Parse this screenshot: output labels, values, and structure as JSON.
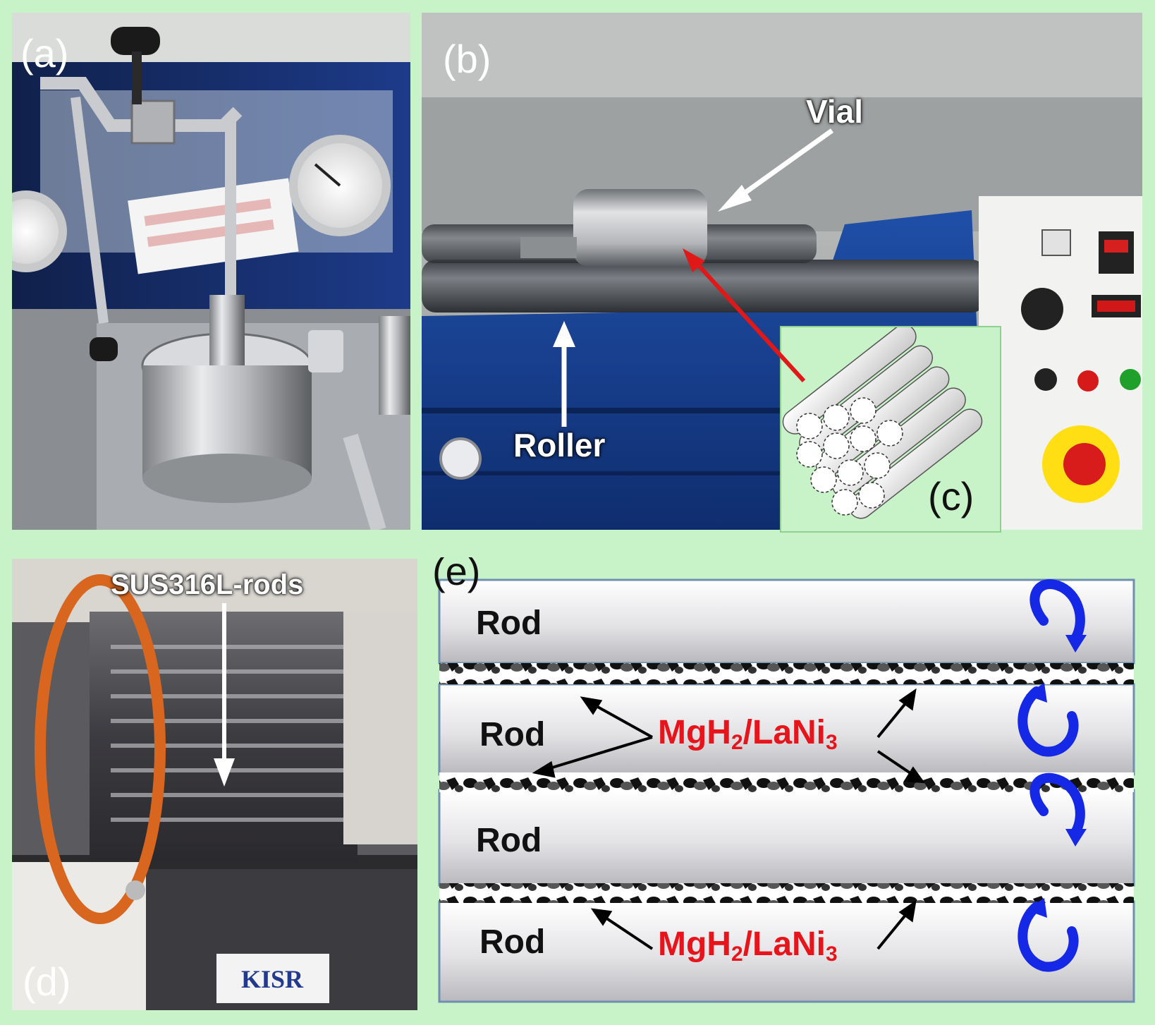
{
  "panels": {
    "a": {
      "label": "(a)"
    },
    "b": {
      "label": "(b)",
      "vial_label": "Vial",
      "roller_label": "Roller"
    },
    "c": {
      "label": "(c)"
    },
    "d": {
      "label": "(d)",
      "rods_label": "SUS316L-rods",
      "logo_text": "KISR"
    },
    "e": {
      "label": "(e)",
      "rod_labels": [
        "Rod",
        "Rod",
        "Rod",
        "Rod"
      ],
      "material_top": {
        "main": "MgH",
        "sub1": "2",
        "mid": "/LaNi",
        "sub2": "3"
      },
      "material_bottom": {
        "main": "MgH",
        "sub1": "2",
        "mid": "/LaNi",
        "sub2": "3"
      }
    }
  },
  "colors": {
    "background": "#c8f2c8",
    "material_text": "#e8141c",
    "rotation_arrow": "#1428e6",
    "vial_arrow_red": "#e01818",
    "machine_blue": "#1f4fa8"
  }
}
